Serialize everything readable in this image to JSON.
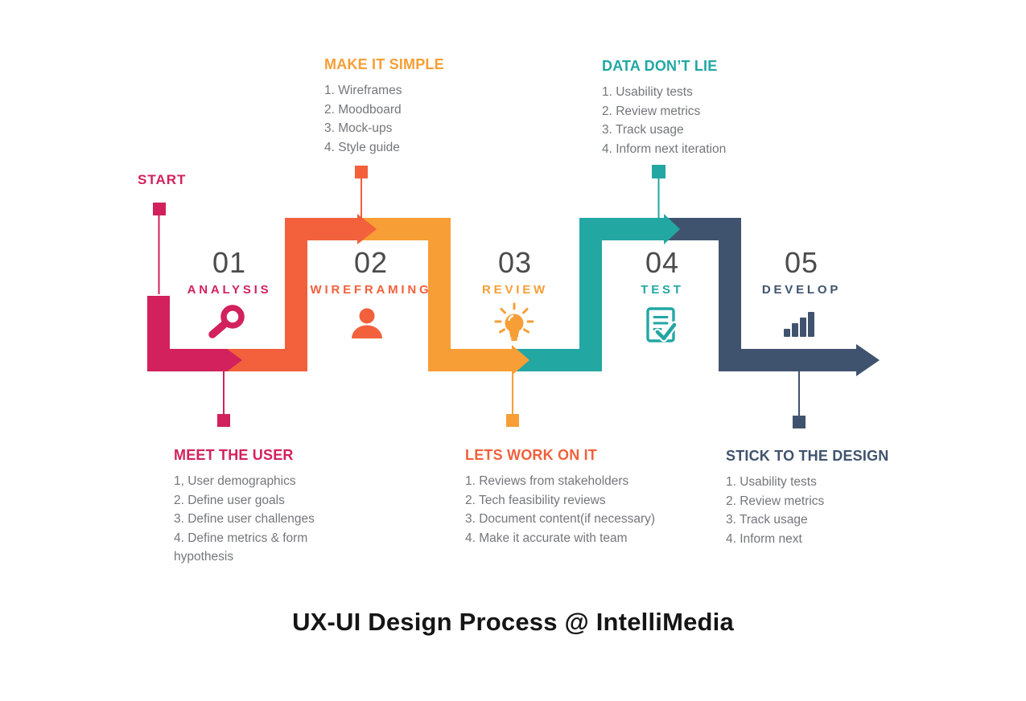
{
  "page": {
    "title": "UX-UI Design Process @ IntelliMedia",
    "start_label": "START"
  },
  "colors": {
    "pink": "#D2215C",
    "orangered": "#F2603C",
    "amber": "#F79E36",
    "teal": "#22A7A3",
    "navy": "#40536E",
    "number_gray": "#4B4B4D",
    "body_gray": "#75767A",
    "title_black": "#151515"
  },
  "steps": [
    {
      "number": "01",
      "name": "ANALYSIS",
      "icon": "magnifier-icon",
      "color": "#D2215C",
      "callout": {
        "position": "bottom",
        "heading": "MEET THE USER",
        "heading_color": "#D2215C",
        "items": [
          "1, User demographics",
          "2. Define user goals",
          "3. Define user challenges",
          "4. Define metrics & form hypothesis"
        ]
      }
    },
    {
      "number": "02",
      "name": "WIREFRAMING",
      "icon": "person-icon",
      "color": "#F2603C",
      "callout": {
        "position": "top",
        "heading": "MAKE IT SIMPLE",
        "heading_color": "#F79E36",
        "items": [
          "1. Wireframes",
          "2. Moodboard",
          "3. Mock-ups",
          "4. Style guide"
        ]
      }
    },
    {
      "number": "03",
      "name": "REVIEW",
      "icon": "lightbulb-icon",
      "color": "#F79E36",
      "callout": {
        "position": "bottom",
        "heading": "LETS WORK ON IT",
        "heading_color": "#F2603C",
        "items": [
          "1. Reviews from stakeholders",
          "2. Tech feasibility reviews",
          "3. Document content(if necessary)",
          "4. Make it accurate with team"
        ]
      }
    },
    {
      "number": "04",
      "name": "TEST",
      "icon": "report-check-icon",
      "color": "#22A7A3",
      "callout": {
        "position": "top",
        "heading": "DATA DON’T LIE",
        "heading_color": "#22A7A3",
        "items": [
          "1. Usability tests",
          "2. Review metrics",
          "3. Track usage",
          "4. Inform next iteration"
        ]
      }
    },
    {
      "number": "05",
      "name": "DEVELOP",
      "icon": "bar-chart-icon",
      "color": "#40536E",
      "callout": {
        "position": "bottom",
        "heading": "STICK TO THE DESIGN",
        "heading_color": "#40536E",
        "items": [
          "1. Usability tests",
          "2. Review metrics",
          "3. Track usage",
          "4. Inform next"
        ]
      }
    }
  ]
}
